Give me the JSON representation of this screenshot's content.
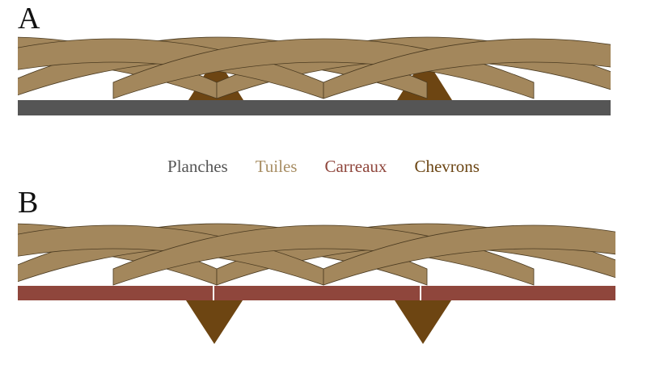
{
  "panels": [
    {
      "label": "A",
      "variant": "planches"
    },
    {
      "label": "B",
      "variant": "carreaux"
    }
  ],
  "legend": [
    {
      "key": "planches",
      "text": "Planches",
      "color": "#555555"
    },
    {
      "key": "tuiles",
      "text": "Tuiles",
      "color": "#a88e64"
    },
    {
      "key": "carreaux",
      "text": "Carreaux",
      "color": "#8f463c"
    },
    {
      "key": "chevrons",
      "text": "Chevrons",
      "color": "#6b4513"
    }
  ],
  "colors": {
    "planches": "#555555",
    "tuiles": "#a3875c",
    "tuiles_stroke": "#4a3a20",
    "carreaux": "#8f463c",
    "chevrons": "#6d4512"
  }
}
